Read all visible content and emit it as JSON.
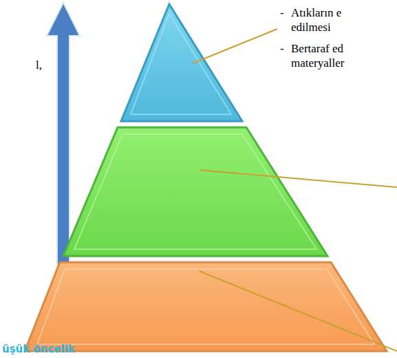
{
  "diagram": {
    "labels": [
      "-",
      "Atıkların e edilmesi",
      "-",
      "Bertaraf ed materyaller",
      "l,",
      "üşük öncelik"
    ]
  }
}
